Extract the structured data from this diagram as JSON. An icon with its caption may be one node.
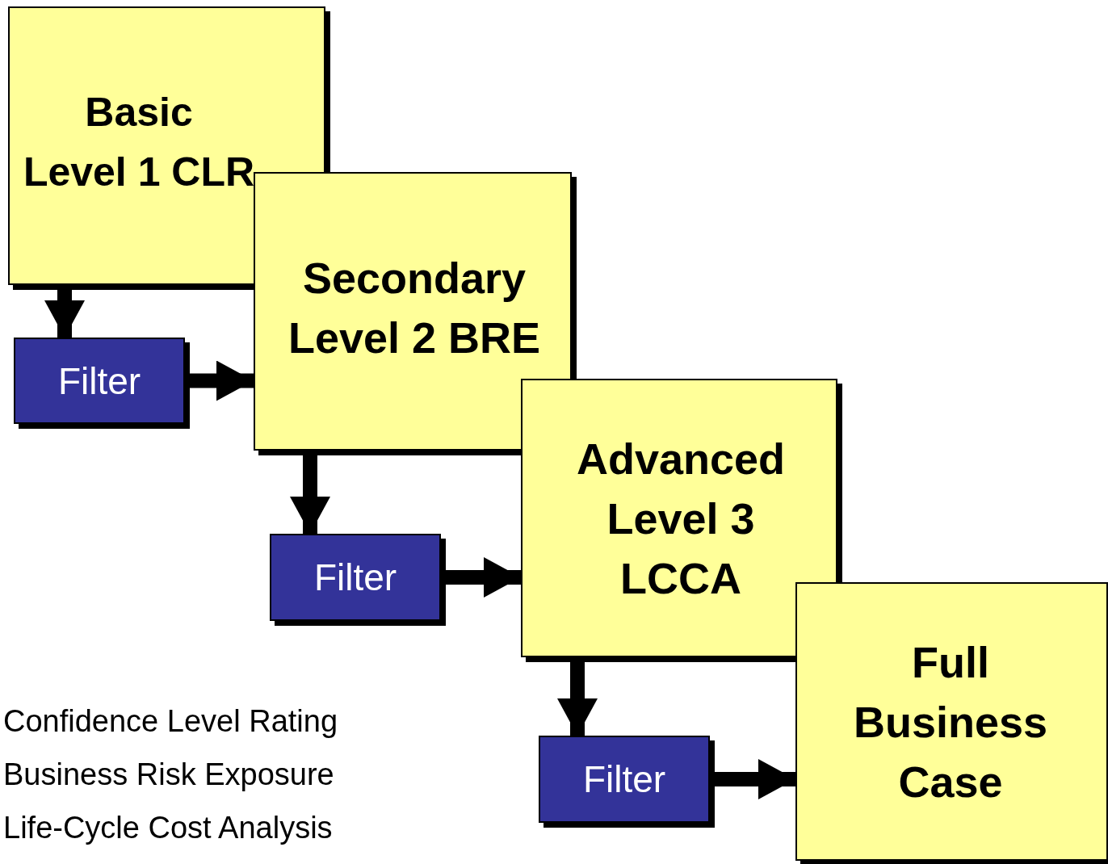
{
  "diagram": {
    "nodes": [
      {
        "text": [
          "Basic",
          "Level 1 CLR"
        ]
      },
      {
        "text": [
          "Filter"
        ]
      },
      {
        "text": [
          "Secondary Level 2 BRE"
        ]
      },
      {
        "text": [
          "Filter"
        ]
      },
      {
        "text": [
          "Advanced Level 3 LCCA"
        ]
      },
      {
        "text": [
          "Filter"
        ]
      },
      {
        "text": [
          "Full Business Case"
        ]
      }
    ],
    "edges": [
      {
        "from": 0,
        "to": 1,
        "arrow": "to"
      },
      {
        "from": 1,
        "to": 2,
        "arrow": "to"
      },
      {
        "from": 2,
        "to": 3,
        "arrow": "to"
      },
      {
        "from": 3,
        "to": 4,
        "arrow": "to"
      },
      {
        "from": 4,
        "to": 5,
        "arrow": "to"
      },
      {
        "from": 5,
        "to": 6,
        "arrow": "to"
      }
    ],
    "labels": [
      "Confidence Level Rating",
      "Business Risk Exposure",
      "Life-Cycle Cost Analysis"
    ]
  }
}
